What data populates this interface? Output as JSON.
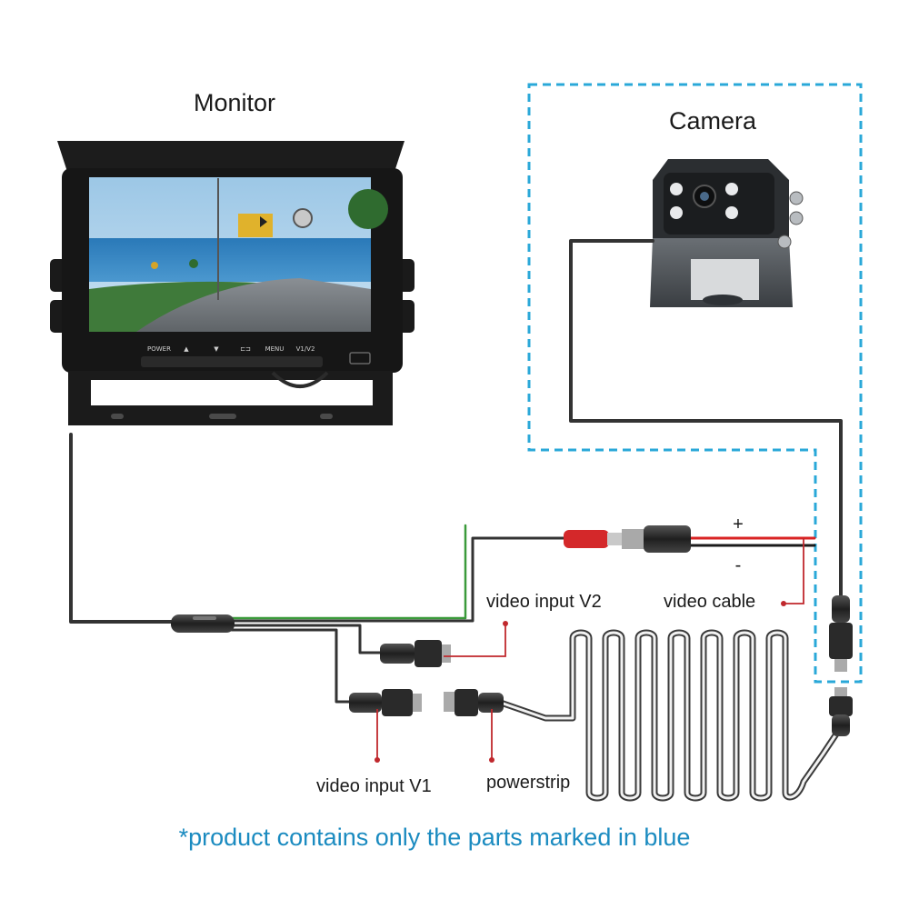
{
  "labels": {
    "monitor": "Monitor",
    "camera": "Camera",
    "plus": "+",
    "minus": "-",
    "video_input_v2": "video input V2",
    "video_cable": "video cable",
    "video_input_v1": "video input V1",
    "powerstrip": "powerstrip",
    "footnote": "*product contains only the parts marked in blue"
  },
  "monitor_buttons": [
    "POWER",
    "▲",
    "▼",
    "⊏⊐",
    "MENU",
    "V1/V2"
  ],
  "colors": {
    "highlight_border": "#2aa8d8",
    "footnote_text": "#1b8bc0",
    "callout": "#c0282d",
    "power_positive": "#d92323",
    "cable": "#333333",
    "cable_green": "#3a9a3a"
  }
}
